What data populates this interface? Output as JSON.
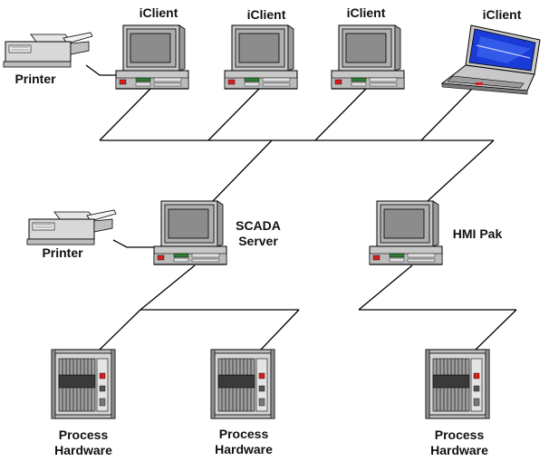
{
  "labels": {
    "client_1": "iClient",
    "client_2": "iClient",
    "client_3": "iClient",
    "client_4": "iClient",
    "printer_top": "Printer",
    "printer_mid": "Printer",
    "scada_line1": "SCADA",
    "scada_line2": "Server",
    "hmi": "HMI Pak",
    "hw1_line1": "Process",
    "hw1_line2": "Hardware",
    "hw2_line1": "Process",
    "hw2_line2": "Hardware",
    "hw3_line1": "Process",
    "hw3_line2": "Hardware"
  },
  "colors": {
    "line": "#000000",
    "case": "#c8c8c8",
    "screen_bezel": "#b0b0b0",
    "screen": "#8c8c8c",
    "laptop_screen": "#1a3bd6",
    "led": "#d81e1e",
    "rack": "#bdbdbd"
  }
}
